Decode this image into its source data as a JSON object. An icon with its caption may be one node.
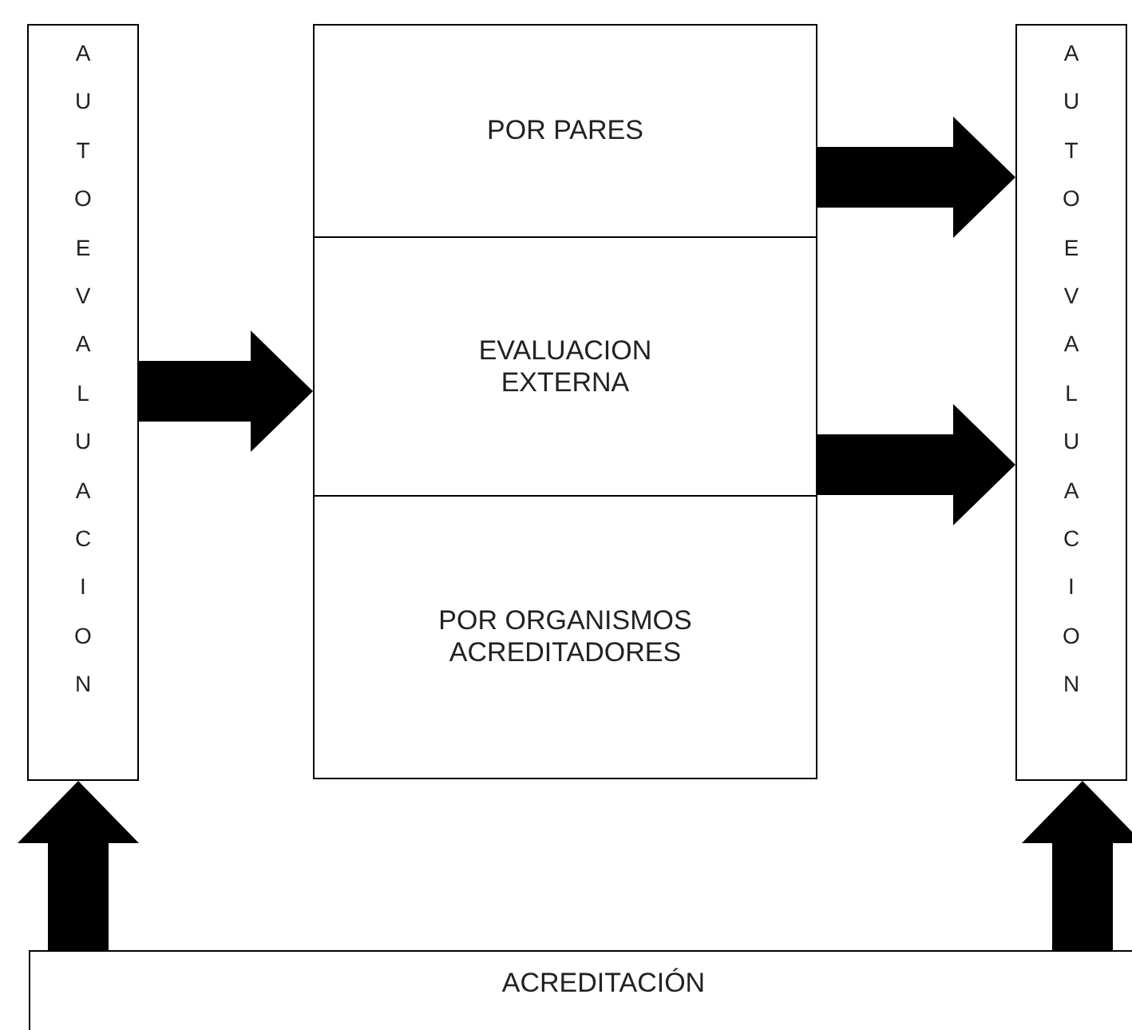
{
  "diagram": {
    "nodes": [
      {
        "text": [
          "AUTOEVALUACION"
        ]
      },
      {
        "text": [
          "POR PARES"
        ]
      },
      {
        "text": [
          "EVALUACION EXTERNA"
        ]
      },
      {
        "text": [
          "POR ORGANISMOS ACREDITADORES"
        ]
      },
      {
        "text": [
          "AUTOEVALUACION"
        ]
      },
      {
        "text": [
          "ACREDITACIÓN"
        ]
      }
    ],
    "edges": [
      {
        "from": 0,
        "to": 2,
        "arrow": "to"
      },
      {
        "from": 1,
        "to": 4,
        "arrow": "to"
      },
      {
        "from": 2,
        "to": 4,
        "arrow": "to"
      },
      {
        "from": 5,
        "to": 0,
        "arrow": "to"
      },
      {
        "from": 5,
        "to": 4,
        "arrow": "to"
      }
    ]
  }
}
